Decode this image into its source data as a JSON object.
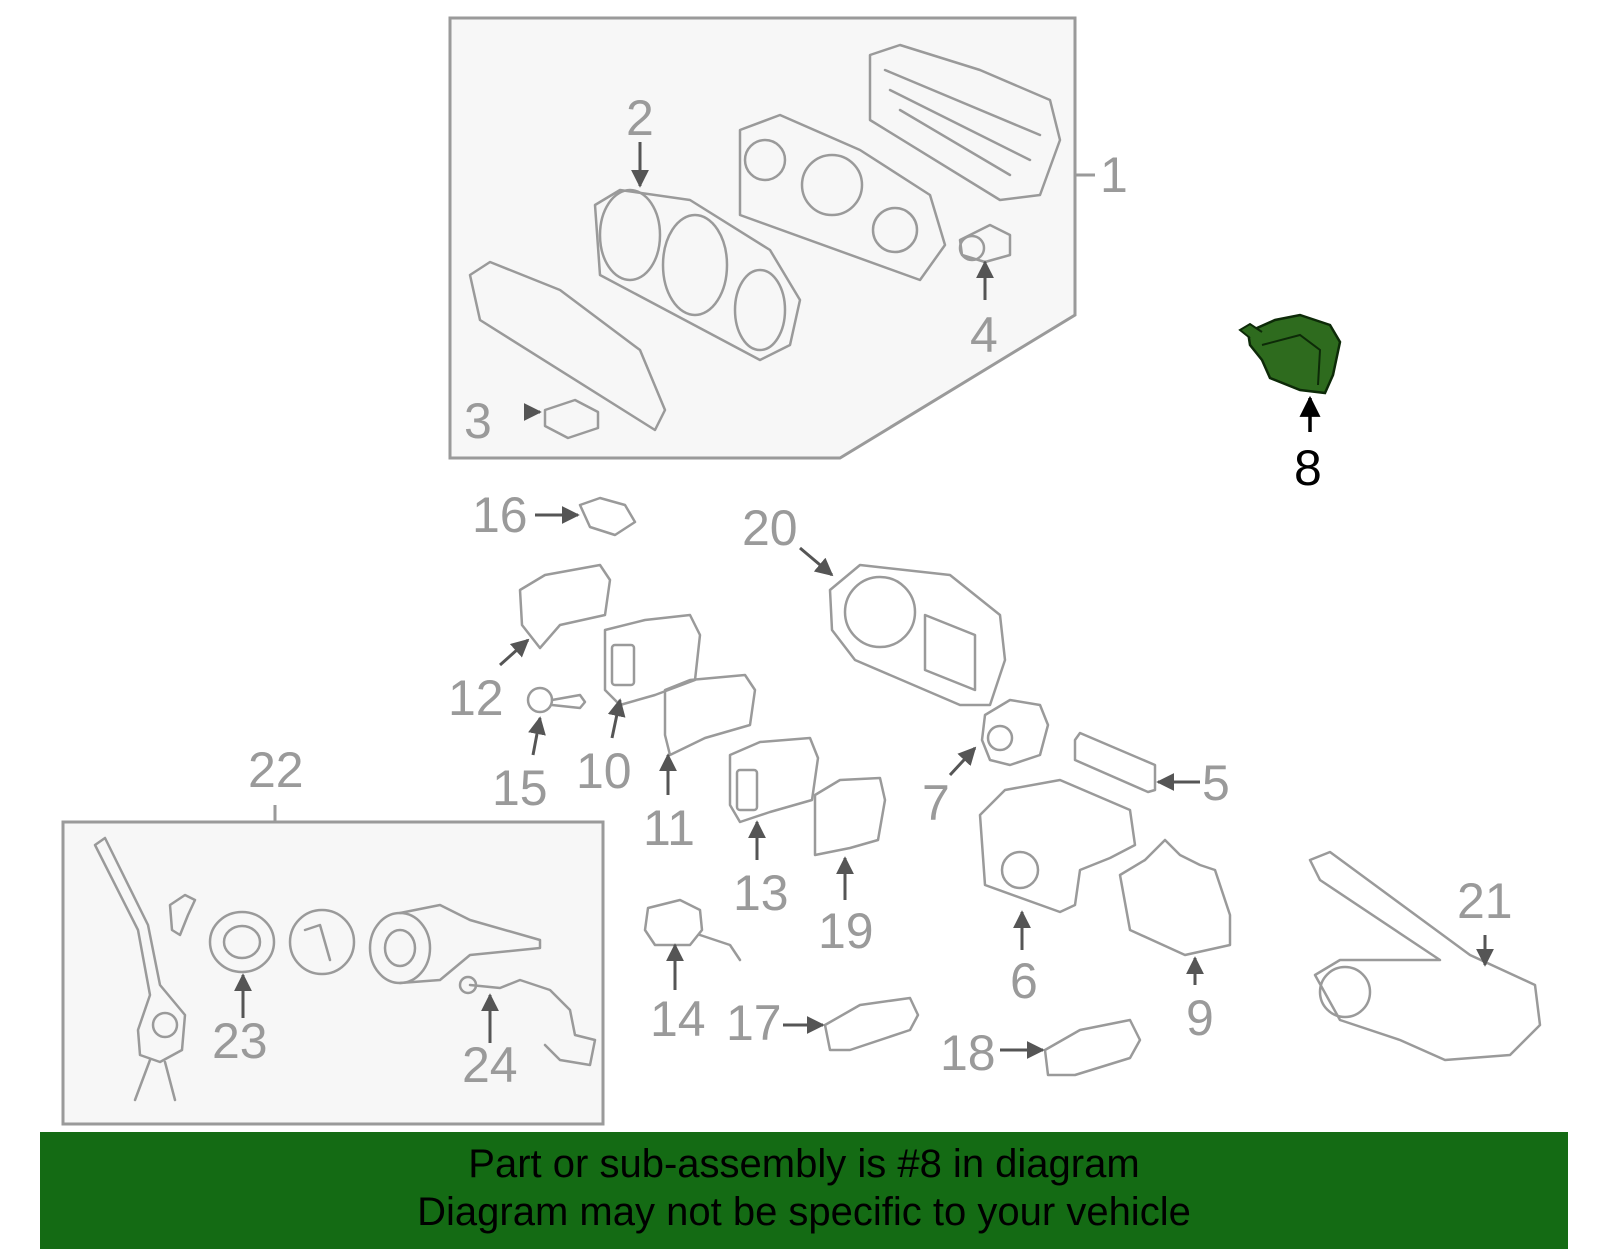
{
  "callouts": {
    "c1": "1",
    "c2": "2",
    "c3": "3",
    "c4": "4",
    "c5": "5",
    "c6": "6",
    "c7": "7",
    "c8": "8",
    "c9": "9",
    "c10": "10",
    "c11": "11",
    "c12": "12",
    "c13": "13",
    "c14": "14",
    "c15": "15",
    "c16": "16",
    "c17": "17",
    "c18": "18",
    "c19": "19",
    "c20": "20",
    "c21": "21",
    "c22": "22",
    "c23": "23",
    "c24": "24"
  },
  "highlighted_part": "8",
  "colors": {
    "highlight": "#2e6b1e",
    "footer_bg": "#146b14",
    "parts": "#9a9a9a"
  },
  "footer": {
    "line1": "Part or sub-assembly is #8 in diagram",
    "line2": "Diagram may not be specific to your vehicle"
  }
}
